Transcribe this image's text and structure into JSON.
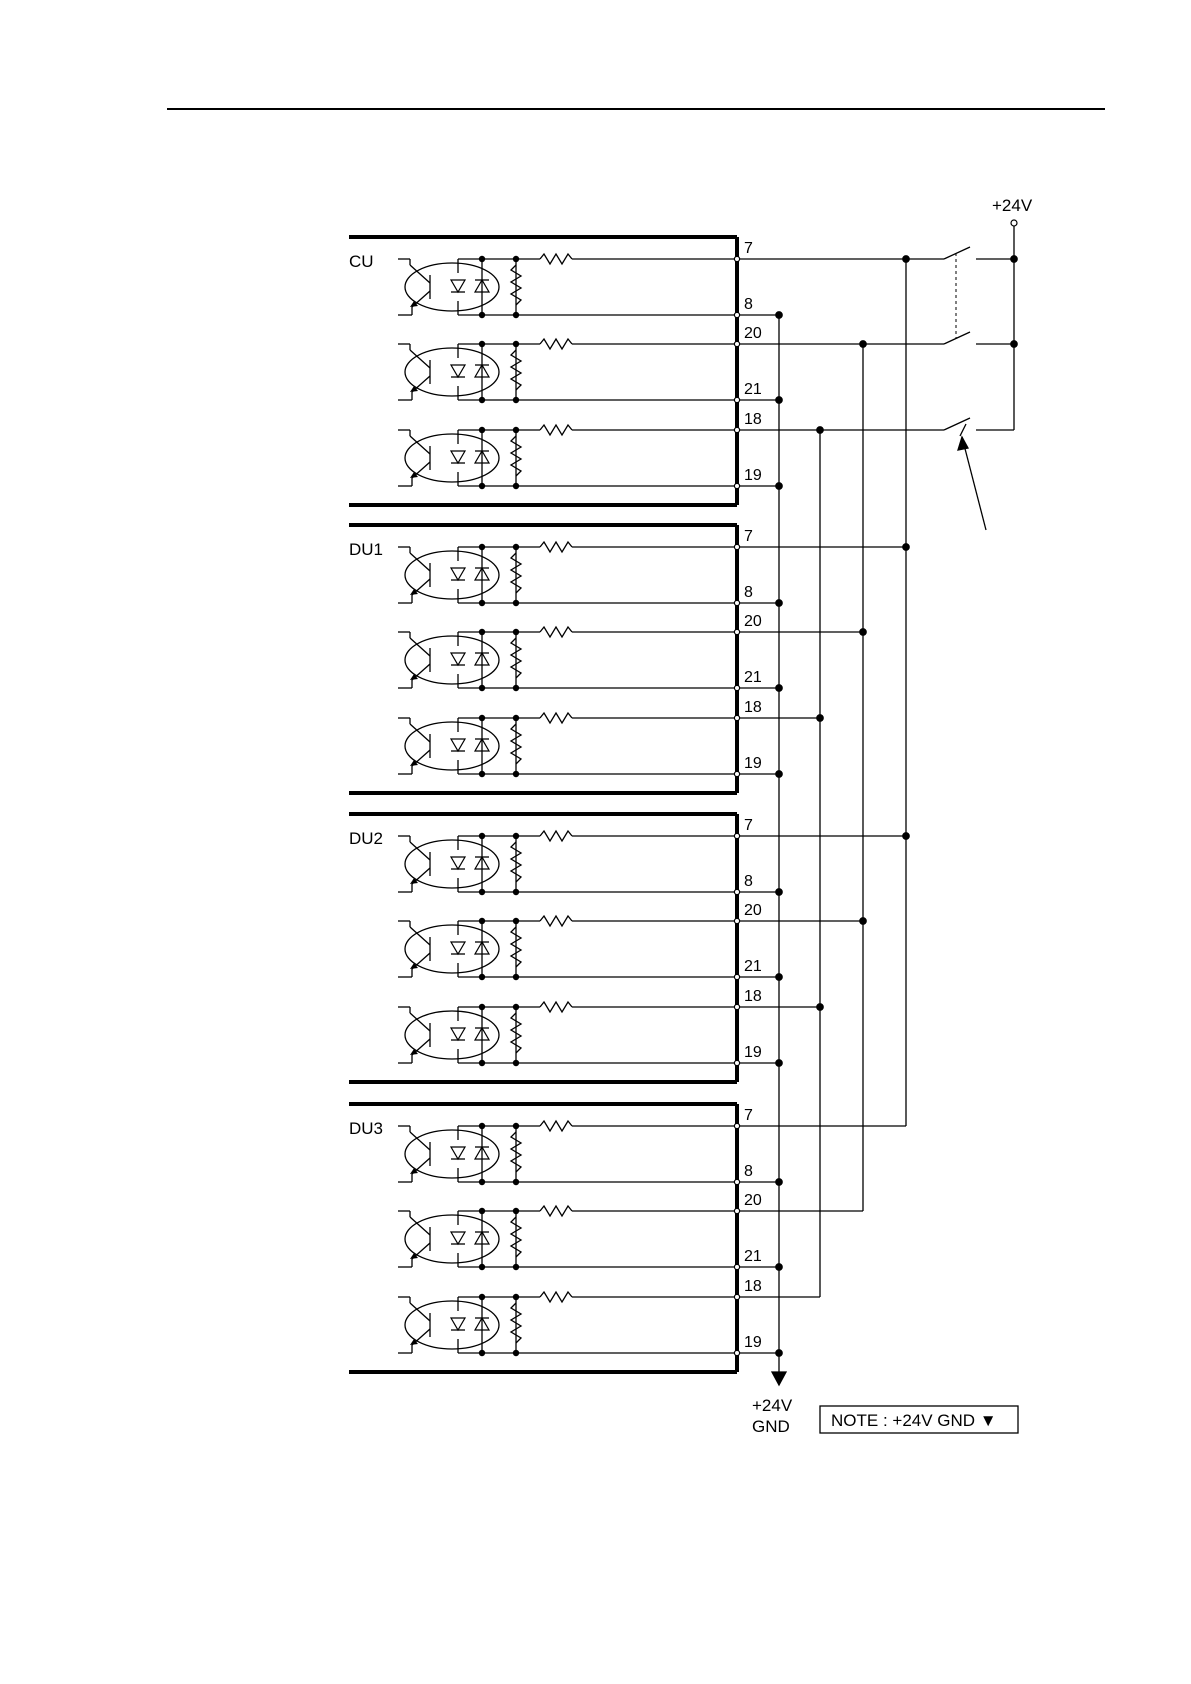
{
  "supply": {
    "label": "+24V"
  },
  "ground": {
    "line1": "+24V",
    "line2": "GND"
  },
  "note": {
    "text": "NOTE : +24V GND ▼"
  },
  "units": [
    {
      "label": "CU"
    },
    {
      "label": "DU1"
    },
    {
      "label": "DU2"
    },
    {
      "label": "DU3"
    }
  ],
  "pins": [
    "7",
    "8",
    "20",
    "21",
    "18",
    "19"
  ]
}
